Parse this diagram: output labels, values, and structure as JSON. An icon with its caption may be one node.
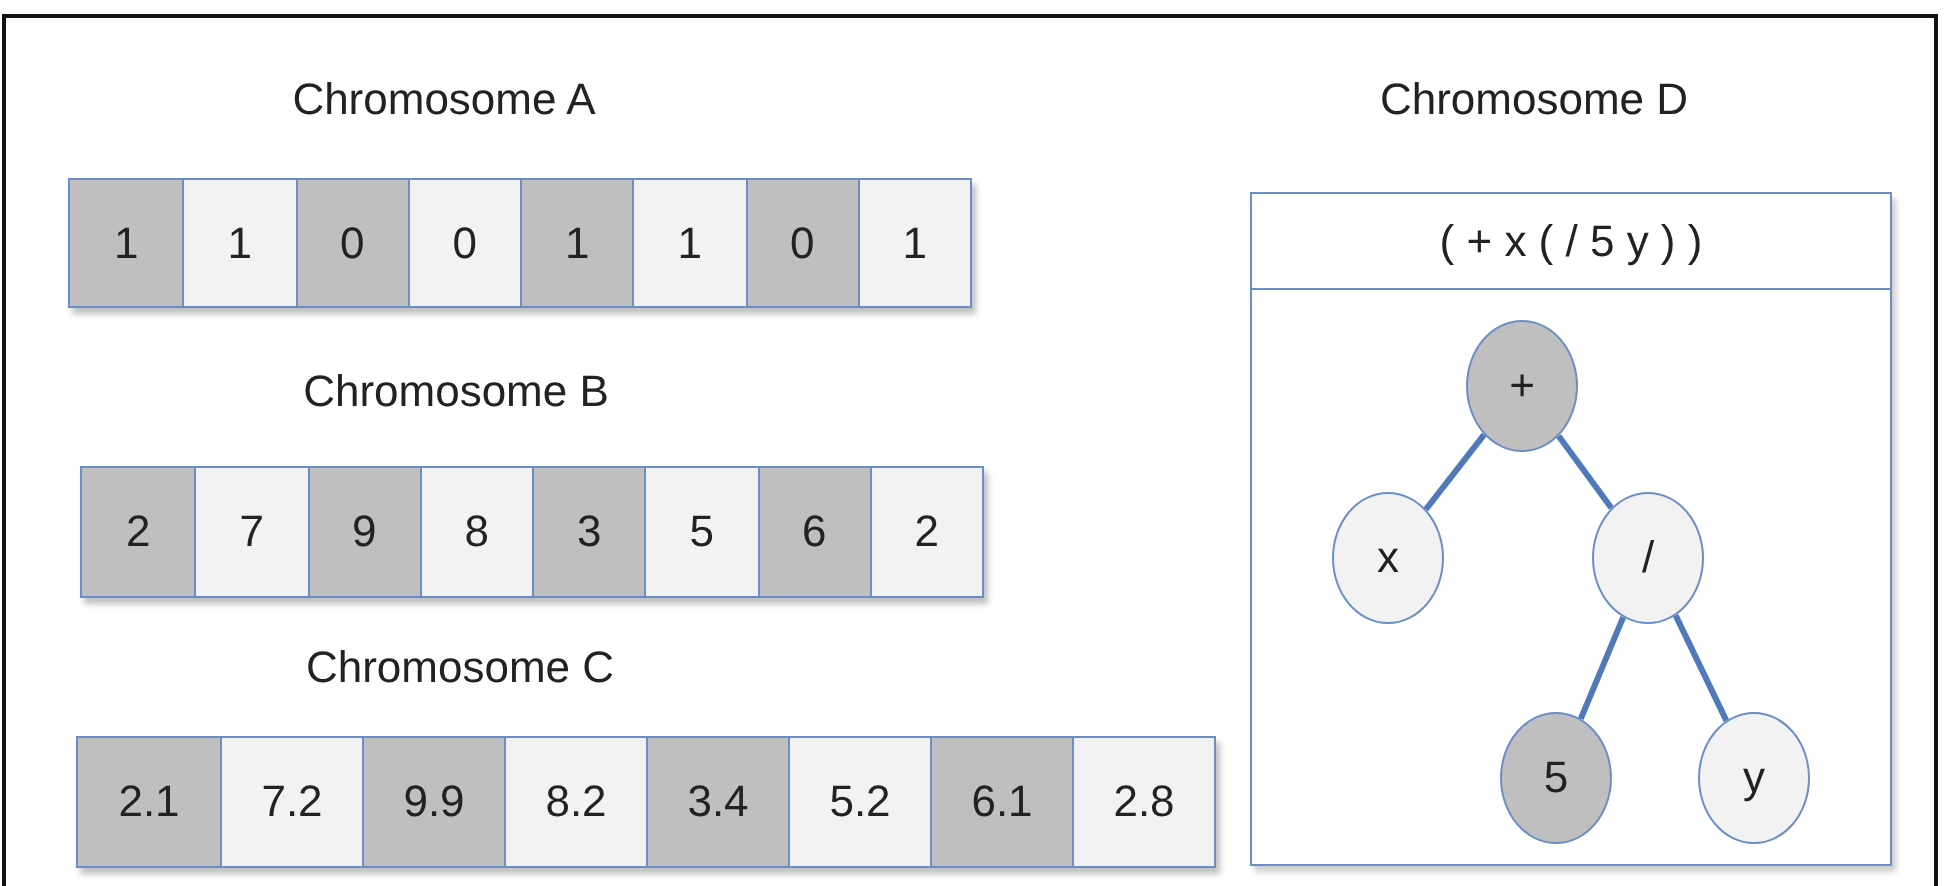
{
  "diagram": {
    "nodes": [
      {
        "text": [
          "Chromosome A"
        ]
      },
      {
        "text": [
          "1"
        ],
        "in": 0
      },
      {
        "text": [
          "1"
        ],
        "in": 0
      },
      {
        "text": [
          "0"
        ],
        "in": 0
      },
      {
        "text": [
          "0"
        ],
        "in": 0
      },
      {
        "text": [
          "1"
        ],
        "in": 0
      },
      {
        "text": [
          "1"
        ],
        "in": 0
      },
      {
        "text": [
          "0"
        ],
        "in": 0
      },
      {
        "text": [
          "1"
        ],
        "in": 0
      },
      {
        "text": [
          "Chromosome B"
        ]
      },
      {
        "text": [
          "2"
        ],
        "in": 9
      },
      {
        "text": [
          "7"
        ],
        "in": 9
      },
      {
        "text": [
          "9"
        ],
        "in": 9
      },
      {
        "text": [
          "8"
        ],
        "in": 9
      },
      {
        "text": [
          "3"
        ],
        "in": 9
      },
      {
        "text": [
          "5"
        ],
        "in": 9
      },
      {
        "text": [
          "6"
        ],
        "in": 9
      },
      {
        "text": [
          "2"
        ],
        "in": 9
      },
      {
        "text": [
          "Chromosome C"
        ]
      },
      {
        "text": [
          "2.1"
        ],
        "in": 18
      },
      {
        "text": [
          "7.2"
        ],
        "in": 18
      },
      {
        "text": [
          "9.9"
        ],
        "in": 18
      },
      {
        "text": [
          "8.2"
        ],
        "in": 18
      },
      {
        "text": [
          "3.4"
        ],
        "in": 18
      },
      {
        "text": [
          "5.2"
        ],
        "in": 18
      },
      {
        "text": [
          "6.1"
        ],
        "in": 18
      },
      {
        "text": [
          "2.8"
        ],
        "in": 18
      },
      {
        "text": [
          "Chromosome D"
        ]
      },
      {
        "text": [
          "( + x ( / 5 y ) )"
        ],
        "in": 27
      },
      {
        "text": [
          "+"
        ],
        "in": 27
      },
      {
        "text": [
          "x"
        ],
        "in": 27
      },
      {
        "text": [
          "/"
        ],
        "in": 27
      },
      {
        "text": [
          "5"
        ],
        "in": 27
      },
      {
        "text": [
          "y"
        ],
        "in": 27
      }
    ],
    "edges": [
      {
        "from": 29,
        "to": 30,
        "arrow": "none"
      },
      {
        "from": 29,
        "to": 31,
        "arrow": "none"
      },
      {
        "from": 31,
        "to": 32,
        "arrow": "none"
      },
      {
        "from": 31,
        "to": 33,
        "arrow": "none"
      }
    ]
  }
}
